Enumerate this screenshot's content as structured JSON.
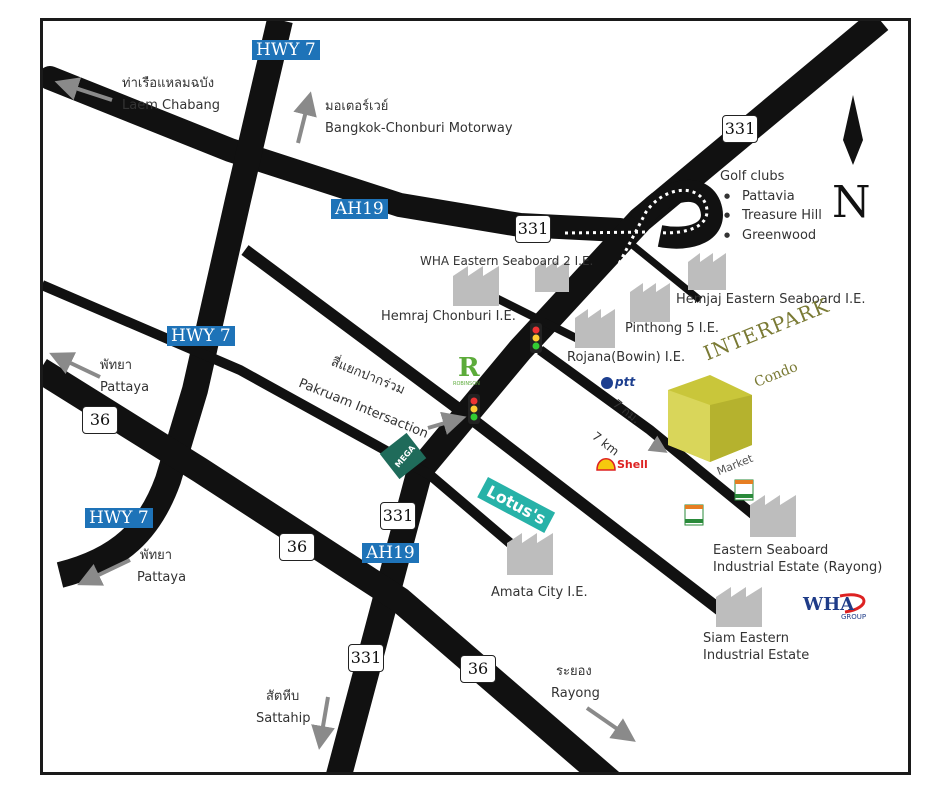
{
  "highways": {
    "hwy7_top": "HWY 7",
    "hwy7_mid": "HWY 7",
    "hwy7_bottom": "HWY 7",
    "ah19_top": "AH19",
    "ah19_bottom": "AH19"
  },
  "route_shields": {
    "r331_top": "331",
    "r331_mid": "331",
    "r331_lower": "331",
    "r331_bottom": "331",
    "r36_left": "36",
    "r36_mid": "36",
    "r36_bottom": "36"
  },
  "directions": {
    "laem_chabang_th": "ท่าเรือแหลมฉบัง",
    "laem_chabang_en": "Laem Chabang",
    "motorway_th": "มอเตอร์เวย์",
    "motorway_en": "Bangkok-Chonburi Motorway",
    "pattaya1_th": "พัทยา",
    "pattaya1_en": "Pattaya",
    "pattaya2_th": "พัทยา",
    "pattaya2_en": "Pattaya",
    "sattahip_th": "สัตหีบ",
    "sattahip_en": "Sattahip",
    "rayong_th": "ระยอง",
    "rayong_en": "Rayong"
  },
  "golf": {
    "title": "Golf clubs",
    "items": [
      "Pattavia",
      "Treasure Hill",
      "Greenwood"
    ]
  },
  "compass": "N",
  "estates": {
    "wha2": "WHA Eastern Seaboard 2 I.E.",
    "hemraj_chonburi": "Hemraj Chonburi I.E.",
    "hemjaj": "Hemjaj Eastern Seaboard I.E.",
    "pinthong5": "Pinthong 5 I.E.",
    "rojana": "Rojana(Bowin) I.E.",
    "esie_line1": "Eastern Seaboard",
    "esie_line2": "Industrial Estate (Rayong)",
    "amata": "Amata City I.E.",
    "siam_line1": "Siam Eastern",
    "siam_line2": "Industrial Estate"
  },
  "intersection": {
    "th": "สี่แยกปากร่วม",
    "en": "Pakruam Intersaction"
  },
  "project": {
    "name": "INTERPARK",
    "sub": "Condo"
  },
  "distances": {
    "th": "7 กม.",
    "en": "7 km"
  },
  "brands": {
    "lotus": "Lotus's",
    "shell": "Shell",
    "ptt": "ptt",
    "wha": "WHA",
    "wha_sub": "GROUP",
    "robinson": "R",
    "robinson_sub": "ROBINSON",
    "mega": "MEGA",
    "market": "Market",
    "seven_eleven": "7"
  },
  "colors": {
    "road": "#111111",
    "highway_badge": "#1e73b8",
    "factory": "#bdbdbd",
    "condo_block": "#c9c63a",
    "lotus": "#27b2a8",
    "arrow": "#8a8a8a"
  }
}
